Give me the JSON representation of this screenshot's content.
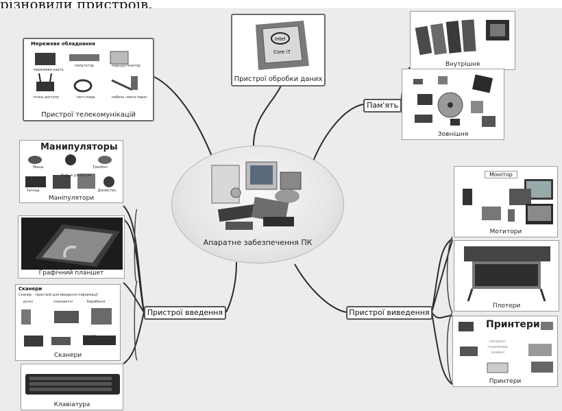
{
  "top_caption": "різновиди пристроїв.",
  "center": {
    "label": "Апаратне забезпечення ПК"
  },
  "branches": {
    "processing": "Пристрої обробки даних",
    "memory": "Пам'ять",
    "input": "Пристрої введення",
    "output": "Пристрої виведення"
  },
  "nodes": {
    "telecom": {
      "label": "Пристрої телекомунікацій",
      "panel_title": "Мережеве обладнання",
      "items": [
        "мережева карта",
        "комутатор",
        "маршрутизатор",
        "точка доступу",
        "патч-корд",
        "кабель «вита пара»"
      ]
    },
    "internal": {
      "label": "Внутрішня"
    },
    "external": {
      "label": "Зовнішня"
    },
    "manipulators": {
      "label": "Маніпулятори",
      "panel_title": "Манипуляторы",
      "items": [
        "Мышь",
        "Трекбол",
        "Руль и джойстик",
        "Тачпад",
        "Джойстик"
      ]
    },
    "tablet": {
      "label": "Графічний планшет"
    },
    "scanners": {
      "label": "Сканери",
      "panel_title": "Сканери",
      "panel_sub": "Сканер – пристрій для введення інформації",
      "items": [
        "ручні",
        "планшетні",
        "барабанні",
        "ручний"
      ]
    },
    "keyboard": {
      "label": "Клавіатура"
    },
    "monitors": {
      "label": "Мотитори",
      "panel_title": "Монітор"
    },
    "plotters": {
      "label": "Плотери"
    },
    "printers": {
      "label": "Принтери",
      "panel_title": "Принтери.",
      "items": [
        "матричні",
        "струменеві",
        "лазерні"
      ]
    }
  },
  "cpu": {
    "brand": "intel",
    "model": "Core i7"
  },
  "colors": {
    "background": "#ececec",
    "line": "#2a2a2a",
    "border": "#555555"
  }
}
